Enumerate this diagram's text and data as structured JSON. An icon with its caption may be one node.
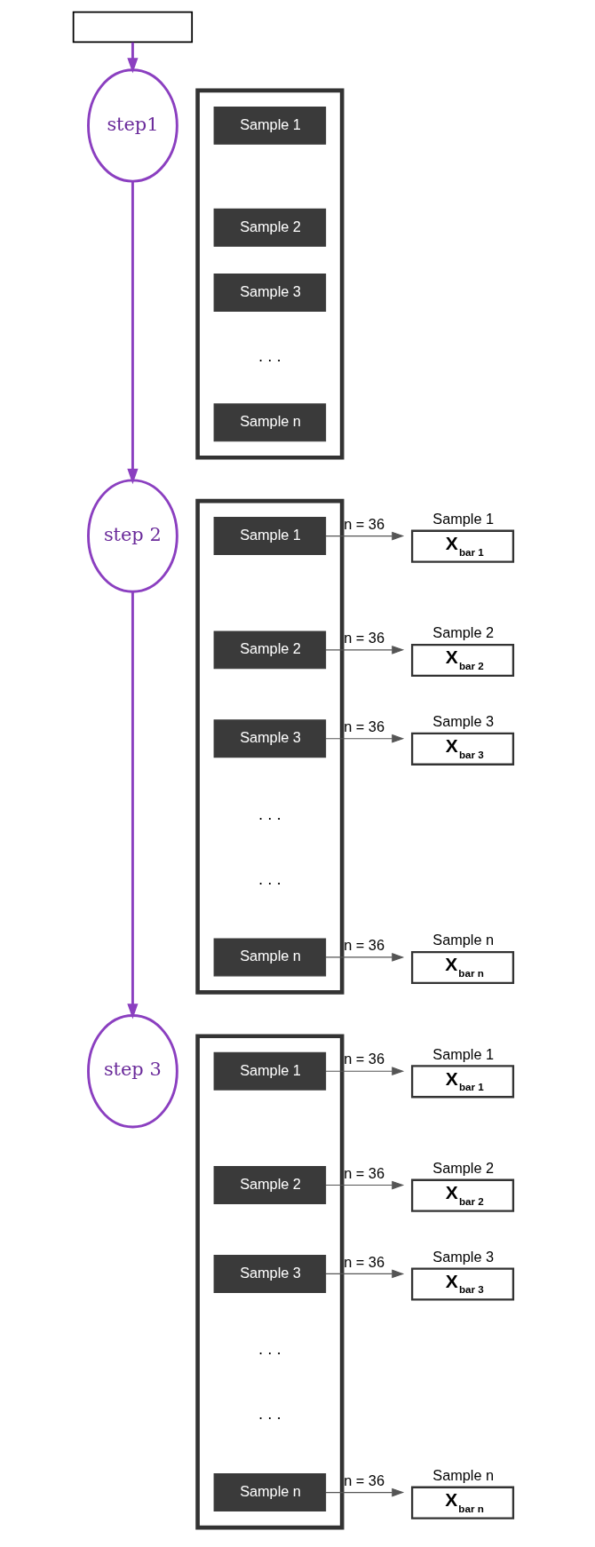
{
  "diagram": {
    "nodes": [
      {
        "text": [],
        "shape": "box"
      },
      {
        "text": [
          "step1"
        ]
      },
      {
        "text": [],
        "shape": "box"
      },
      {
        "text": [
          "Sample 1"
        ],
        "in": 2
      },
      {
        "text": [
          "Sample 2"
        ],
        "in": 2
      },
      {
        "text": [
          "Sample 3"
        ],
        "in": 2
      },
      {
        "text": [
          "Sample n"
        ],
        "in": 2
      },
      {
        "text": [
          "step 2"
        ]
      },
      {
        "text": [],
        "shape": "box"
      },
      {
        "text": [
          "Sample 1"
        ],
        "in": 8
      },
      {
        "text": [
          "Sample 2"
        ],
        "in": 8
      },
      {
        "text": [
          "Sample 3"
        ],
        "in": 8
      },
      {
        "text": [
          "Sample n"
        ],
        "in": 8
      },
      {
        "text": [
          "X$_{bar 1}$"
        ],
        "beside": [
          "Sample 1"
        ]
      },
      {
        "text": [
          "X$_{bar 2}$"
        ],
        "beside": [
          "Sample 2"
        ]
      },
      {
        "text": [
          "X$_{bar 3}$"
        ],
        "beside": [
          "Sample 3"
        ]
      },
      {
        "text": [
          "X$_{bar n}$"
        ],
        "beside": [
          "Sample n"
        ]
      },
      {
        "text": [
          "step 3"
        ]
      },
      {
        "text": [],
        "shape": "box"
      },
      {
        "text": [
          "Sample 1"
        ],
        "in": 18
      },
      {
        "text": [
          "Sample 2"
        ],
        "in": 18
      },
      {
        "text": [
          "Sample 3"
        ],
        "in": 18
      },
      {
        "text": [
          "Sample n"
        ],
        "in": 18
      },
      {
        "text": [
          "X$_{bar 1}$"
        ],
        "beside": [
          "Sample 1"
        ]
      },
      {
        "text": [
          "X$_{bar 2}$"
        ],
        "beside": [
          "Sample 2"
        ]
      },
      {
        "text": [
          "X$_{bar 3}$"
        ],
        "beside": [
          "Sample 3"
        ]
      },
      {
        "text": [
          "X$_{bar n}$"
        ],
        "beside": [
          "Sample n"
        ]
      }
    ],
    "edges": [
      {
        "from": 0,
        "to": 1,
        "arrow": "to",
        "color": "#8b3fc0"
      },
      {
        "from": 1,
        "to": 7,
        "arrow": "to",
        "color": "#8b3fc0"
      },
      {
        "from": 7,
        "to": 17,
        "arrow": "to",
        "color": "#8b3fc0"
      },
      {
        "from": 9,
        "to": 13,
        "arrow": "to",
        "label": "n = 36"
      },
      {
        "from": 10,
        "to": 14,
        "arrow": "to",
        "label": "n = 36"
      },
      {
        "from": 11,
        "to": 15,
        "arrow": "to",
        "label": "n = 36"
      },
      {
        "from": 12,
        "to": 16,
        "arrow": "to",
        "label": "n = 36"
      },
      {
        "from": 19,
        "to": 23,
        "arrow": "to",
        "label": "n = 36"
      },
      {
        "from": 20,
        "to": 24,
        "arrow": "to",
        "label": "n = 36"
      },
      {
        "from": 21,
        "to": 25,
        "arrow": "to",
        "label": "n = 36"
      },
      {
        "from": 22,
        "to": 26,
        "arrow": "to",
        "label": "n = 36"
      }
    ],
    "labels": [
      ". . .",
      ". . .",
      ". . .",
      ". . .",
      ". . ."
    ]
  }
}
